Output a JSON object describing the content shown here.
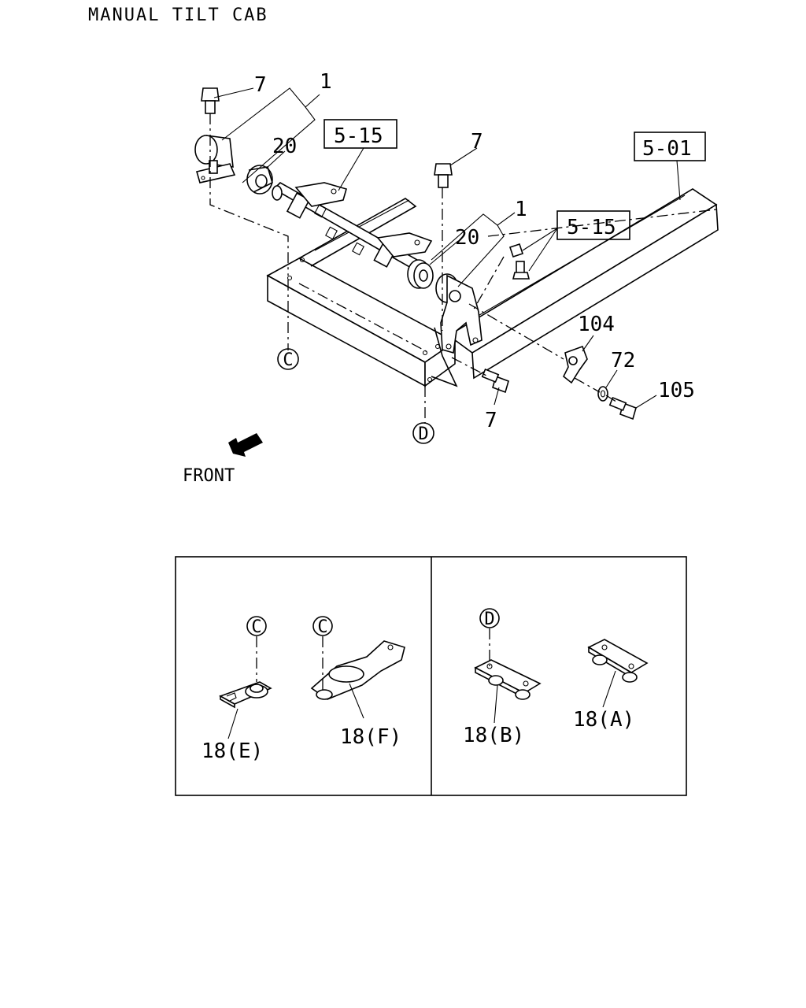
{
  "title": "MANUAL TILT CAB",
  "front_label": "FRONT",
  "callouts": {
    "part_1_left": "1",
    "part_7_top_left": "7",
    "part_20_left": "20",
    "ref_5_15_upper": "5-15",
    "part_7_top_mid": "7",
    "ref_5_01": "5-01",
    "part_1_right": "1",
    "part_20_right": "20",
    "ref_5_15_lower": "5-15",
    "part_104": "104",
    "part_72": "72",
    "part_105": "105",
    "part_7_bottom": "7"
  },
  "markers": {
    "c_main": "C",
    "d_main": "D",
    "c_inset_e": "C",
    "c_inset_f": "C",
    "d_inset_b": "D"
  },
  "inset": {
    "part_18e": "18(E)",
    "part_18f": "18(F)",
    "part_18b": "18(B)",
    "part_18a": "18(A)"
  }
}
